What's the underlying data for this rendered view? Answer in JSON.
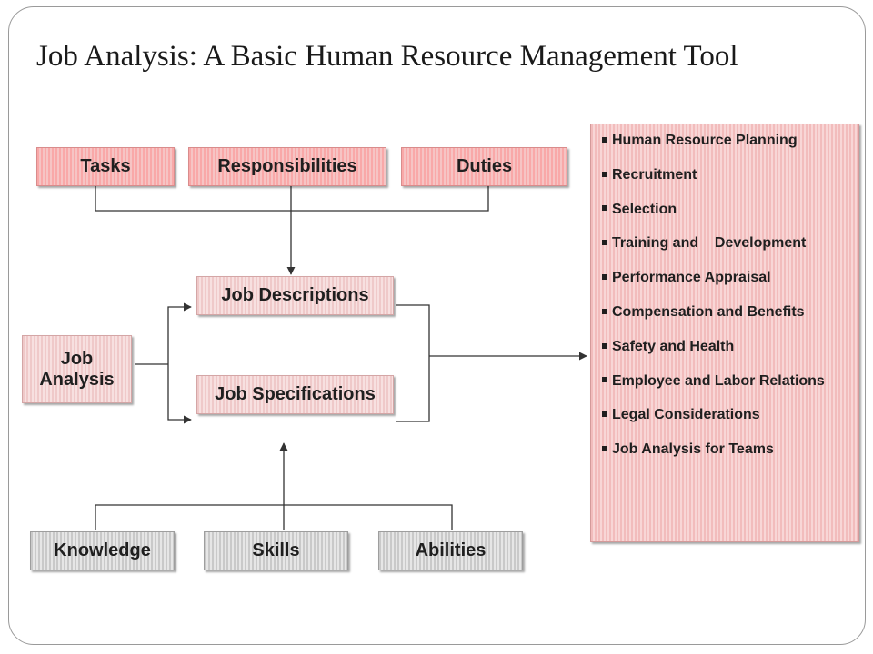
{
  "title": "Job Analysis: A Basic Human Resource Management Tool",
  "top_row": {
    "tasks": "Tasks",
    "responsibilities": "Responsibilities",
    "duties": "Duties"
  },
  "job_analysis": "Job Analysis",
  "middle": {
    "job_descriptions": "Job Descriptions",
    "job_specifications": "Job Specifications"
  },
  "bottom_row": {
    "knowledge": "Knowledge",
    "skills": "Skills",
    "abilities": "Abilities"
  },
  "hr_functions": [
    "Human Resource Planning",
    "Recruitment",
    "Selection",
    "Training and    Development",
    "Performance Appraisal",
    "Compensation and Benefits",
    "Safety and Health",
    "Employee and Labor Relations",
    "Legal Considerations",
    "Job Analysis for Teams"
  ],
  "colors": {
    "top_row_fill": "#f9a8a8",
    "middle_fill": "#efc9c9",
    "bottom_row_fill": "#c9c9c9",
    "list_fill": "#f2bcbc",
    "connector": "#333333"
  }
}
